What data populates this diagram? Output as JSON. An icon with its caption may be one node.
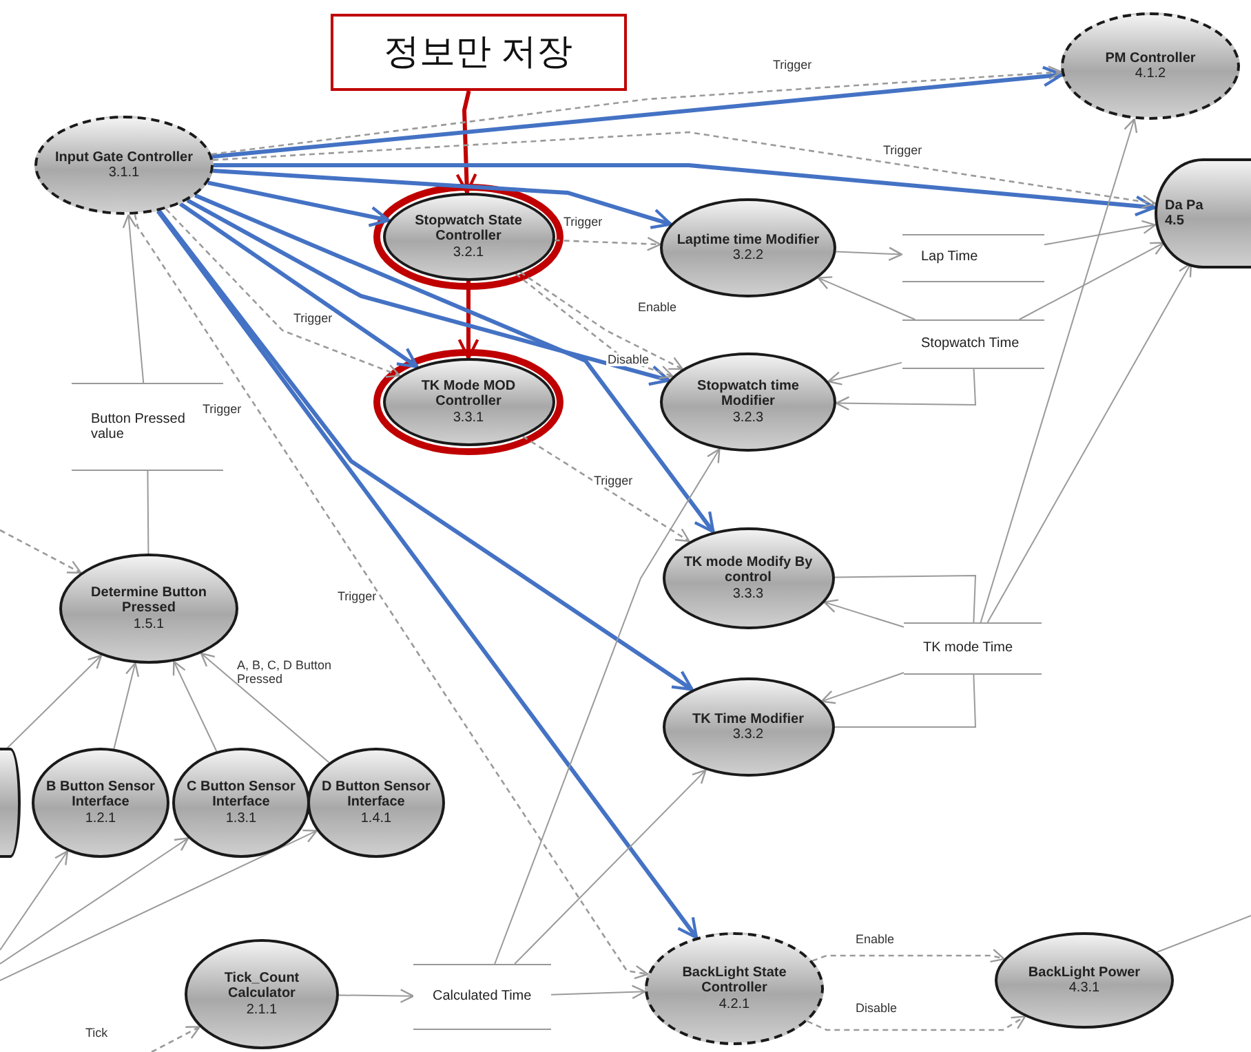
{
  "diagram": {
    "nodes": [
      {
        "text": [
          "Input Gate Controller",
          "3.1.1"
        ]
      },
      {
        "text": [
          "정보만 저장"
        ]
      },
      {
        "text": [
          "Stopwatch State Controller",
          "3.2.1"
        ]
      },
      {
        "text": [
          "TK Mode MOD Controller",
          "3.3.1"
        ]
      },
      {
        "text": [
          "PM Controller",
          "4.1.2"
        ]
      },
      {
        "text": [
          "Da Pa 4.5"
        ]
      },
      {
        "text": [
          "Laptime time Modifier",
          "3.2.2"
        ]
      },
      {
        "text": [
          "Stopwatch time Modifier",
          "3.2.3"
        ]
      },
      {
        "text": [
          "Lap Time"
        ]
      },
      {
        "text": [
          "Stopwatch Time"
        ]
      },
      {
        "text": [
          "Button Pressed value"
        ]
      },
      {
        "text": [
          "TK mode Modify By control",
          "3.3.3"
        ]
      },
      {
        "text": [
          "TK mode Time"
        ]
      },
      {
        "text": [
          "TK Time Modifier",
          "3.3.2"
        ]
      },
      {
        "text": [
          "Determine Button Pressed",
          "1.5.1"
        ]
      },
      {
        "text": [],
        "shape": "ellipse"
      },
      {
        "text": [
          "B Button Sensor Interface",
          "1.2.1"
        ]
      },
      {
        "text": [
          "C Button Sensor Interface",
          "1.3.1"
        ]
      },
      {
        "text": [
          "D Button Sensor Interface",
          "1.4.1"
        ]
      },
      {
        "text": [
          "Tick_Count Calculator",
          "2.1.1"
        ]
      },
      {
        "text": [
          "Calculated Time"
        ]
      },
      {
        "text": [
          "BackLight State Controller",
          "4.2.1"
        ]
      },
      {
        "text": [
          "BackLight Power",
          "4.3.1"
        ]
      }
    ],
    "edges": [
      {
        "from": 1,
        "to": 2,
        "arrow": "to",
        "style": "thick",
        "color": "#c00000"
      },
      {
        "from": 2,
        "to": 3,
        "arrow": "to",
        "style": "thick",
        "color": "#c00000"
      },
      {
        "from": 0,
        "to": 4,
        "arrow": "to",
        "style": "thick",
        "color": "#4472c4"
      },
      {
        "from": 0,
        "to": 5,
        "arrow": "to",
        "style": "thick",
        "color": "#4472c4"
      },
      {
        "from": 0,
        "to": 2,
        "arrow": "to",
        "style": "thick",
        "color": "#4472c4"
      },
      {
        "from": 0,
        "to": 6,
        "arrow": "to",
        "style": "thick",
        "color": "#4472c4"
      },
      {
        "from": 0,
        "to": 7,
        "arrow": "to",
        "style": "thick",
        "color": "#4472c4"
      },
      {
        "from": 0,
        "to": 3,
        "arrow": "to",
        "style": "thick",
        "color": "#4472c4"
      },
      {
        "from": 0,
        "to": 11,
        "arrow": "to",
        "style": "thick",
        "color": "#4472c4"
      },
      {
        "from": 0,
        "to": 13,
        "arrow": "to",
        "style": "thick",
        "color": "#4472c4"
      },
      {
        "from": 0,
        "to": 21,
        "arrow": "to",
        "style": "thick",
        "color": "#4472c4"
      },
      {
        "from": 0,
        "to": 4,
        "arrow": "to",
        "style": "dashed",
        "label": "Trigger"
      },
      {
        "from": 0,
        "to": 5,
        "arrow": "to",
        "style": "dashed",
        "label": "Trigger"
      },
      {
        "from": 0,
        "to": 3,
        "arrow": "to",
        "style": "dashed",
        "label": "Trigger"
      },
      {
        "from": 0,
        "to": 21,
        "arrow": "to",
        "style": "dashed",
        "label": "Trigger"
      },
      {
        "from": 2,
        "to": 6,
        "arrow": "to",
        "style": "dashed",
        "label": "Trigger"
      },
      {
        "from": 2,
        "to": 7,
        "arrow": "to",
        "style": "dashed",
        "label": "Enable"
      },
      {
        "from": 2,
        "to": 7,
        "arrow": "to",
        "style": "dashed",
        "label": "Disable"
      },
      {
        "from": 3,
        "to": 11,
        "arrow": "to",
        "style": "dashed",
        "label": "Trigger"
      },
      {
        "from": 10,
        "to": 0,
        "arrow": "to"
      },
      {
        "from": 14,
        "to": 10,
        "arrow": "none"
      },
      {
        "from": null,
        "to": 14,
        "arrow": "to",
        "style": "dashed"
      },
      {
        "from": 15,
        "to": 14,
        "arrow": "to"
      },
      {
        "from": 16,
        "to": 14,
        "arrow": "to"
      },
      {
        "from": 17,
        "to": 14,
        "arrow": "to"
      },
      {
        "from": 18,
        "to": 14,
        "arrow": "to"
      },
      {
        "from": null,
        "to": 16,
        "arrow": "to"
      },
      {
        "from": null,
        "to": 17,
        "arrow": "to"
      },
      {
        "from": null,
        "to": 18,
        "arrow": "to"
      },
      {
        "from": 6,
        "to": 8,
        "arrow": "to"
      },
      {
        "from": 9,
        "to": 6,
        "arrow": "to"
      },
      {
        "from": 9,
        "to": 7,
        "arrow": "to"
      },
      {
        "from": 8,
        "to": 5,
        "arrow": "to"
      },
      {
        "from": 9,
        "to": 5,
        "arrow": "to"
      },
      {
        "from": 9,
        "to": 7,
        "arrow": "to"
      },
      {
        "from": 12,
        "to": 11,
        "arrow": "to"
      },
      {
        "from": 12,
        "to": 13,
        "arrow": "to"
      },
      {
        "from": 11,
        "to": 12,
        "arrow": "none"
      },
      {
        "from": 13,
        "to": 12,
        "arrow": "none"
      },
      {
        "from": 12,
        "to": 4,
        "arrow": "to"
      },
      {
        "from": 12,
        "to": 5,
        "arrow": "to"
      },
      {
        "from": 20,
        "to": 7,
        "arrow": "to"
      },
      {
        "from": 20,
        "to": 13,
        "arrow": "to"
      },
      {
        "from": 20,
        "to": 21,
        "arrow": "to"
      },
      {
        "from": 19,
        "to": 20,
        "arrow": "to"
      },
      {
        "from": null,
        "to": 19,
        "arrow": "to",
        "style": "dashed"
      },
      {
        "from": 21,
        "to": 22,
        "arrow": "to",
        "style": "dashed",
        "label": "Enable"
      },
      {
        "from": 21,
        "to": 22,
        "arrow": "to",
        "style": "dashed",
        "label": "Disable"
      },
      {
        "from": 22,
        "to": null,
        "arrow": "none"
      }
    ],
    "labels": [
      "Trigger",
      "A, B, C, D Button Pressed",
      "Tick"
    ]
  }
}
